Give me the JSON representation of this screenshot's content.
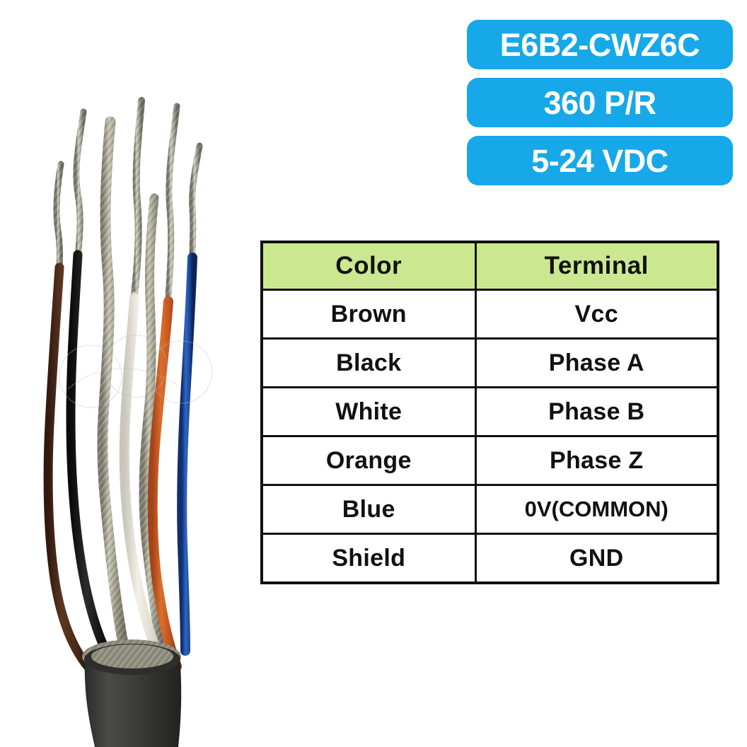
{
  "product": {
    "badges": [
      {
        "id": "model",
        "label": "E6B2-CWZ6C"
      },
      {
        "id": "resolution",
        "label": "360 P/R"
      },
      {
        "id": "voltage",
        "label": "5-24 VDC"
      }
    ],
    "badge_color": "#16a8e8",
    "badge_text_color": "#ffffff"
  },
  "wiring_table": {
    "header_bg": "#cbe890",
    "border_color": "#111111",
    "columns": [
      "Color",
      "Terminal"
    ],
    "rows": [
      {
        "color": "Brown",
        "terminal": "Vcc"
      },
      {
        "color": "Black",
        "terminal": "Phase A"
      },
      {
        "color": "White",
        "terminal": "Phase B"
      },
      {
        "color": "Orange",
        "terminal": "Phase Z"
      },
      {
        "color": "Blue",
        "terminal": "0V(COMMON)"
      },
      {
        "color": "Shield",
        "terminal": "GND"
      }
    ]
  },
  "photo": {
    "description": "Stripped multi-conductor encoder cable with tinned wire ends",
    "jacket_color": "#3a3a38",
    "wire_colors": {
      "brown": "#4a2b1c",
      "black": "#1a1a1a",
      "white": "#e8e6dd",
      "orange": "#c85a20",
      "blue": "#1a4fa8",
      "shield": "#9a9a8c"
    }
  }
}
